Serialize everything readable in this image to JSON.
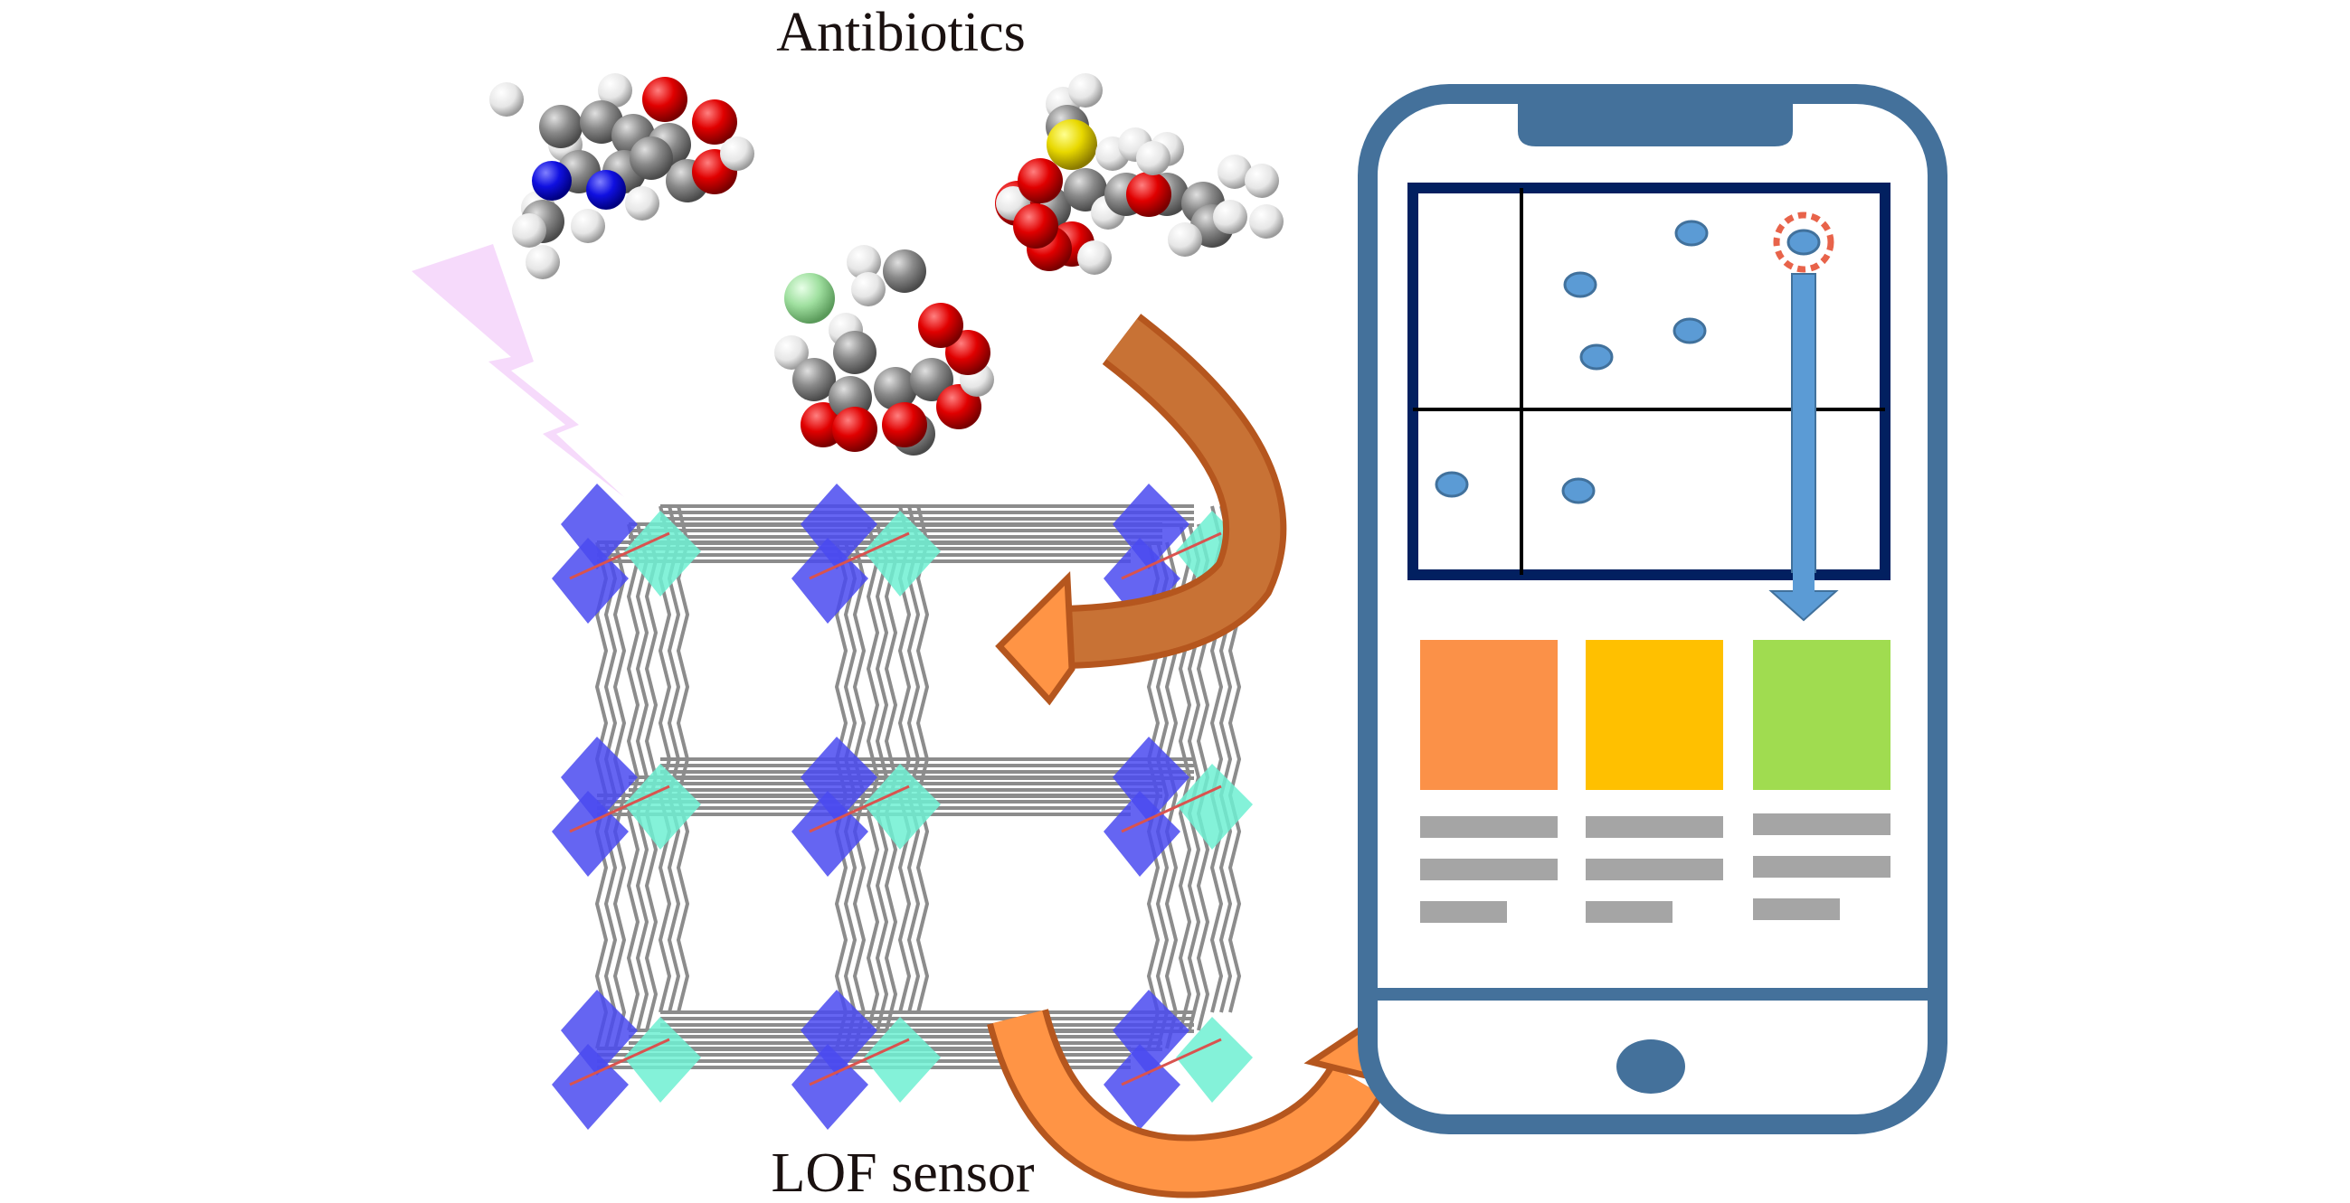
{
  "labels": {
    "top": "Antibiotics",
    "bottom": "LOF sensor"
  },
  "colors": {
    "phone_frame": "#44719b",
    "plot_frame": "#022060",
    "dot": "#5b9bd5",
    "highlight_ring": "#e8634a",
    "result_orange": "#fb9148",
    "result_yellow": "#ffc000",
    "result_green": "#a0dc50",
    "text_placeholder": "#a5a5a5",
    "flow_arrow": "#ff9445",
    "flow_arrow_outline": "#b5561e",
    "light_bolt": "#f5d6fb"
  },
  "results": [
    {
      "name": "orange"
    },
    {
      "name": "yellow"
    },
    {
      "name": "green"
    }
  ]
}
